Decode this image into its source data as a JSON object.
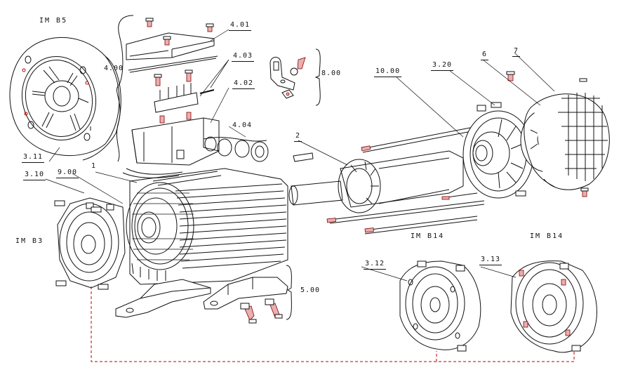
{
  "diagram": {
    "title": "Exploded view of three-phase induction motor",
    "colors": {
      "line": "#111111",
      "fastener_accent": "#c00000",
      "connector_dash": "#c00000",
      "background": "#ffffff"
    },
    "mounting_labels": {
      "b5": "IM B5",
      "b3": "IM B3",
      "b14_a": "IM B14",
      "b14_b": "IM B14"
    },
    "part_labels": {
      "terminal_box_cover": "4.01",
      "terminal_box_gasket": "4.03",
      "terminal_box_group": "4.00",
      "terminal_box_base": "4.02",
      "cable_gland": "4.04",
      "earthing_group": "8.00",
      "tie_rods": "10.00",
      "end_shield_nde": "3.20",
      "fan": "6",
      "fan_cover": "7",
      "rotor": "2",
      "flange_b5": "3.11",
      "end_shield_de": "3.10",
      "bearing_group": "9.00",
      "stator_frame": "1",
      "feet_group": "5.00",
      "flange_b14_small": "3.12",
      "flange_b14_large": "3.13"
    }
  }
}
